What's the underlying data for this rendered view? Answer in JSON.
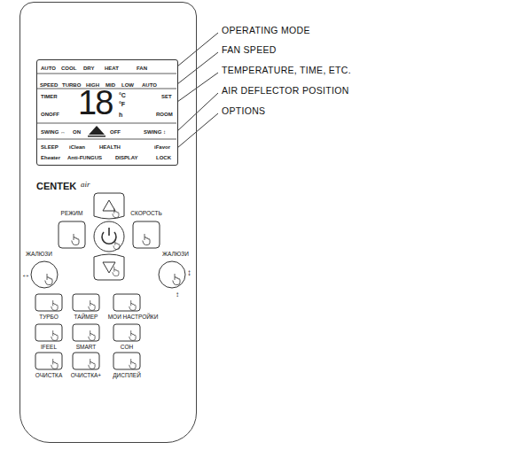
{
  "diagram": {
    "nodes": [
      {
        "text": [
          "CENTEK",
          "air"
        ]
      },
      {
        "text": [
          "AUTO",
          "COOL",
          "DRY",
          "HEAT",
          "FAN",
          "SPEED",
          "TURBO",
          "HIGH",
          "MID",
          "LOW",
          "AUTO",
          "TIMER",
          "18",
          "°C",
          "°F",
          "SET",
          "ONOFF",
          "h",
          "ROOM",
          "SWING ↔",
          "ON",
          "OFF",
          "SWING ↕",
          "SLEEP",
          "iClean",
          "HEALTH",
          "iFavor",
          "Eheater",
          "Anti-FUNGUS",
          "DISPLAY",
          "LOCK"
        ],
        "in": 0
      }
    ],
    "labels": [
      "OPERATING MODE",
      "FAN SPEED",
      "TEMPERATURE, TIME, ETC.",
      "AIR DEFLECTOR POSITION",
      "OPTIONS",
      "РЕЖИМ",
      "СКОРОСТЬ",
      "ЖАЛЮЗИ",
      "↔",
      "ЖАЛЮЗИ",
      "↕",
      "↕",
      "ТУРБО",
      "ТАЙМЕР",
      "МОИ НАСТРОЙКИ",
      "IFEEL",
      "SMART",
      "СОН",
      "ОЧИСТКА",
      "ОЧИСТКА+",
      "ДИСПЛЕЙ"
    ]
  }
}
